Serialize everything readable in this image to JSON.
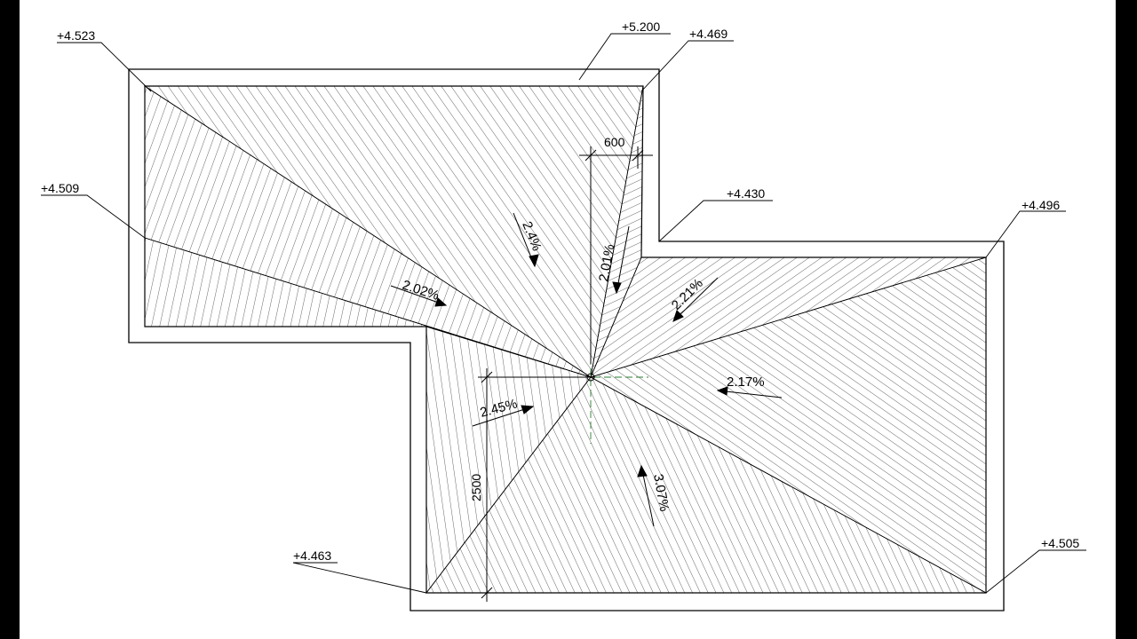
{
  "drawing": {
    "elevations": {
      "top_left": "+4.523",
      "top_center": "+5.200",
      "top_right": "+4.469",
      "mid_left": "+4.509",
      "inner_corner": "+4.430",
      "right_top": "+4.496",
      "bottom_left": "+4.463",
      "bottom_right": "+4.505"
    },
    "slopes": {
      "s1": "2.4%",
      "s2": "2.01%",
      "s3": "2.02%",
      "s4": "2.21%",
      "s5": "2.17%",
      "s6": "2.45%",
      "s7": "3.07%"
    },
    "dimensions": {
      "d600": "600",
      "d2500": "2500"
    },
    "colors": {
      "background": "#ffffff",
      "lines": "#000000",
      "axis": "#2e7d32",
      "frame": "#000000"
    }
  }
}
